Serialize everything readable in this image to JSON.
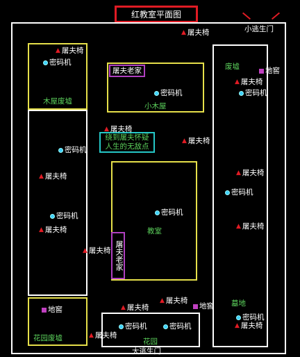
{
  "title": "红教室平面图",
  "exits": {
    "small": "小逃生门",
    "big": "大逃生门"
  },
  "rooms": {
    "wood_ruins": "木屋废墟",
    "small_cabin": "小木屋",
    "classroom": "教室",
    "ruins": "废墟",
    "garden_ruins": "花园废墟",
    "garden": "花园",
    "graveyard": "墓地"
  },
  "special_labels": {
    "butcher_home_top": "屠夫老家",
    "butcher_home_vertical": "屠夫老家",
    "hint_line1": "绕到屠夫怀疑",
    "hint_line2": "人生的无敌点"
  },
  "markers": {
    "chair": "屠夫椅",
    "cipher": "密码机",
    "hatch": "地窖"
  },
  "icons": {
    "chair": "red-triangle-icon",
    "cipher": "cyan-dot-icon",
    "hatch": "purple-square-icon"
  },
  "colors": {
    "wall": "#ffffff",
    "zone": "#e6e04a",
    "title_border": "#e01b24",
    "chair": "#e01b24",
    "cipher": "#3fd0ff",
    "hatch": "#c040c0",
    "room_label": "#5bd05b"
  }
}
